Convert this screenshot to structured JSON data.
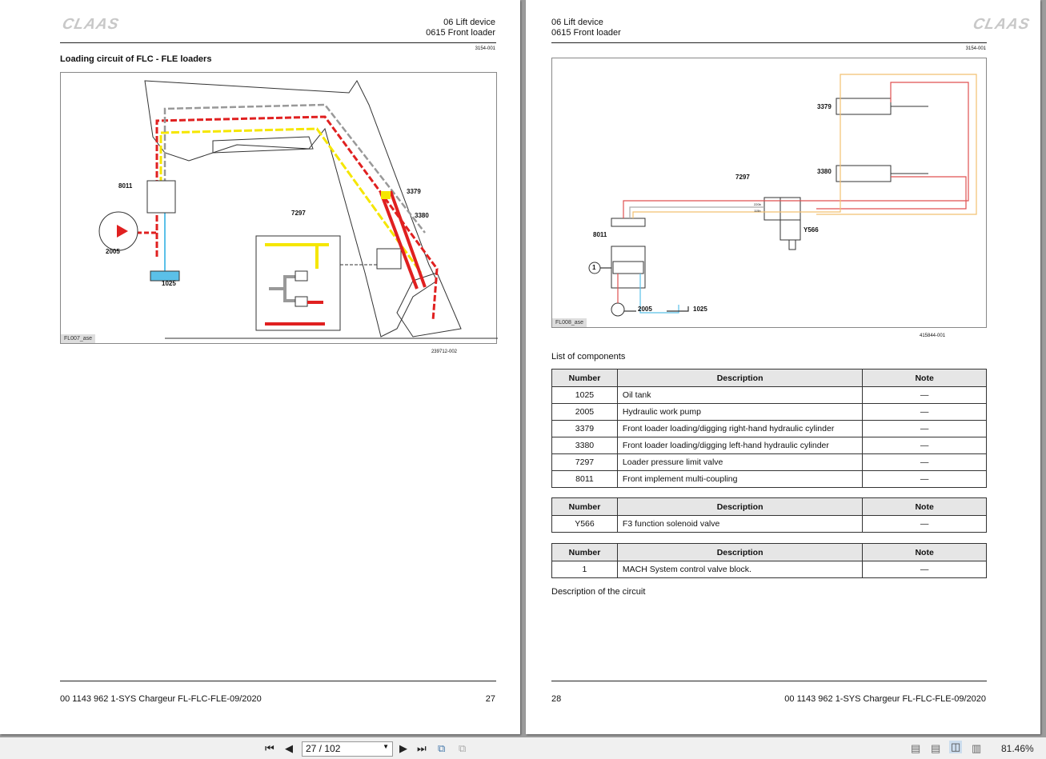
{
  "left_page": {
    "logo": "CLAAS",
    "section": "06 Lift device",
    "subsection": "0615 Front loader",
    "doc_ref": "3154-001",
    "title": "Loading circuit of FLC - FLE loaders",
    "figure_tag": "FL007_ase",
    "figure_ref": "239712-002",
    "labels": {
      "c8011": "8011",
      "c2005": "2005",
      "c1025": "1025",
      "c7297": "7297",
      "c3379": "3379",
      "c3380": "3380"
    },
    "footer_doc": "00 1143 962 1-SYS Chargeur FL-FLC-FLE-09/2020",
    "page_number": "27"
  },
  "right_page": {
    "logo": "CLAAS",
    "section": "06 Lift device",
    "subsection": "0615 Front loader",
    "doc_ref": "3154-001",
    "figure_tag": "FL008_ase",
    "figure_ref": "415844-001",
    "labels": {
      "c3379": "3379",
      "c3380": "3380",
      "c7297": "7297",
      "c8011": "8011",
      "y566": "Y566",
      "c2005": "2005",
      "c1025": "1025",
      "c1": "1",
      "p220": "220b",
      "p115": "115b"
    },
    "list_heading": "List of components",
    "headers": [
      "Number",
      "Description",
      "Note"
    ],
    "table1": [
      [
        "1025",
        "Oil tank",
        "—"
      ],
      [
        "2005",
        "Hydraulic work pump",
        "—"
      ],
      [
        "3379",
        "Front loader loading/digging right-hand hydraulic cylinder",
        "—"
      ],
      [
        "3380",
        "Front loader loading/digging left-hand hydraulic cylinder",
        "—"
      ],
      [
        "7297",
        "Loader pressure limit valve",
        "—"
      ],
      [
        "8011",
        "Front implement multi-coupling",
        "—"
      ]
    ],
    "table2": [
      [
        "Y566",
        "F3 function solenoid valve",
        "—"
      ]
    ],
    "table3": [
      [
        "1",
        "MACH System control valve block.",
        "—"
      ]
    ],
    "circuit_heading": "Description of the circuit",
    "footer_doc": "00 1143 962 1-SYS Chargeur FL-FLC-FLE-09/2020",
    "page_number": "28"
  },
  "toolbar": {
    "page_field": "27 / 102",
    "zoom": "81.46%"
  },
  "colors": {
    "red": "#e02020",
    "yellow": "#f5e600",
    "gray": "#999999",
    "blue": "#5bc0e8",
    "orange": "#f2c070"
  }
}
